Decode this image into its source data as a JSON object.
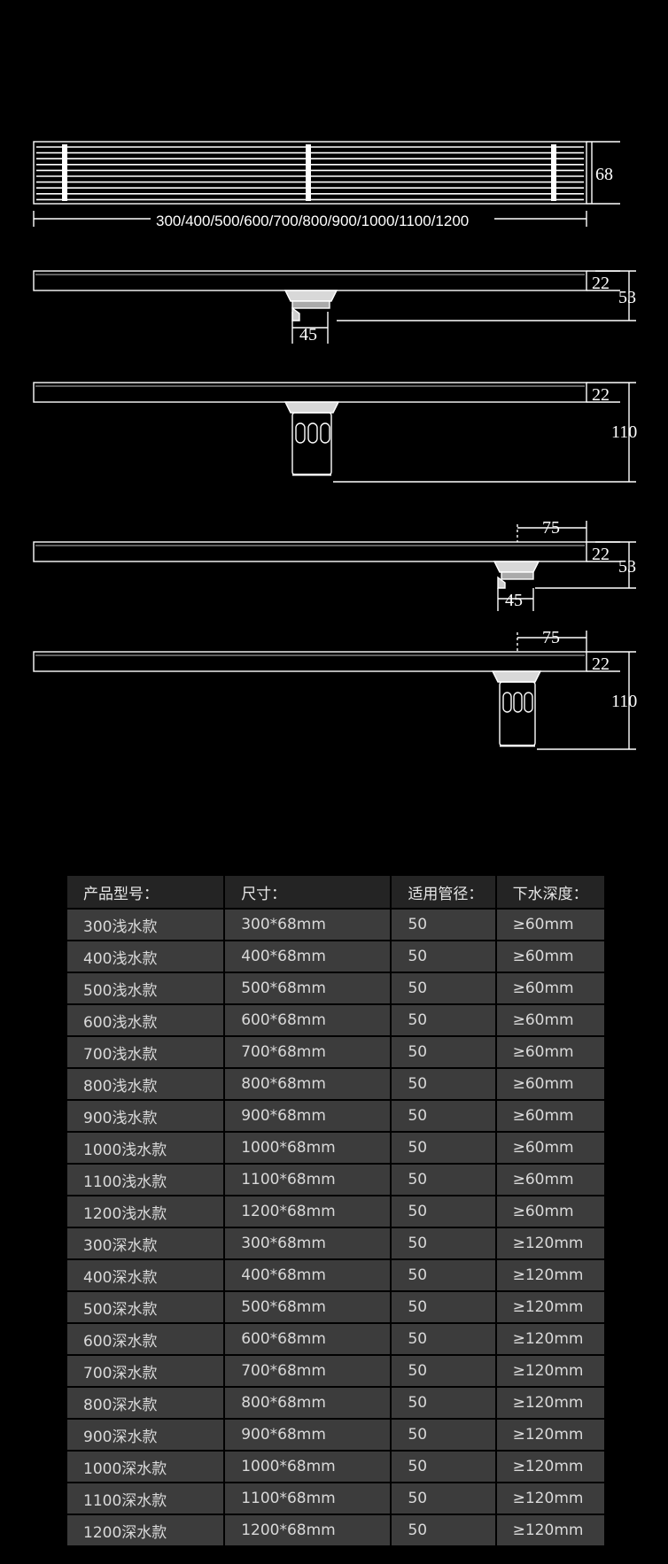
{
  "dimensions": {
    "grate_height": "68",
    "length_range": "300/400/500/600/700/800/900/1000/1100/1200",
    "channel_depth": "22",
    "shallow_total": "53",
    "deep_total": "110",
    "pipe_width": "45",
    "offset": "75"
  },
  "table": {
    "headers": [
      "产品型号：",
      "尺寸：",
      "适用管径：",
      "下水深度："
    ],
    "rows": [
      [
        "300浅水款",
        "300*68mm",
        "50",
        "≥60mm"
      ],
      [
        "400浅水款",
        "400*68mm",
        "50",
        "≥60mm"
      ],
      [
        "500浅水款",
        "500*68mm",
        "50",
        "≥60mm"
      ],
      [
        "600浅水款",
        "600*68mm",
        "50",
        "≥60mm"
      ],
      [
        "700浅水款",
        "700*68mm",
        "50",
        "≥60mm"
      ],
      [
        "800浅水款",
        "800*68mm",
        "50",
        "≥60mm"
      ],
      [
        "900浅水款",
        "900*68mm",
        "50",
        "≥60mm"
      ],
      [
        "1000浅水款",
        "1000*68mm",
        "50",
        "≥60mm"
      ],
      [
        "1100浅水款",
        "1100*68mm",
        "50",
        "≥60mm"
      ],
      [
        "1200浅水款",
        "1200*68mm",
        "50",
        "≥60mm"
      ],
      [
        "300深水款",
        "300*68mm",
        "50",
        "≥120mm"
      ],
      [
        "400深水款",
        "400*68mm",
        "50",
        "≥120mm"
      ],
      [
        "500深水款",
        "500*68mm",
        "50",
        "≥120mm"
      ],
      [
        "600深水款",
        "600*68mm",
        "50",
        "≥120mm"
      ],
      [
        "700深水款",
        "700*68mm",
        "50",
        "≥120mm"
      ],
      [
        "800深水款",
        "800*68mm",
        "50",
        "≥120mm"
      ],
      [
        "900深水款",
        "900*68mm",
        "50",
        "≥120mm"
      ],
      [
        "1000深水款",
        "1000*68mm",
        "50",
        "≥120mm"
      ],
      [
        "1100深水款",
        "1100*68mm",
        "50",
        "≥120mm"
      ],
      [
        "1200深水款",
        "1200*68mm",
        "50",
        "≥120mm"
      ]
    ]
  }
}
